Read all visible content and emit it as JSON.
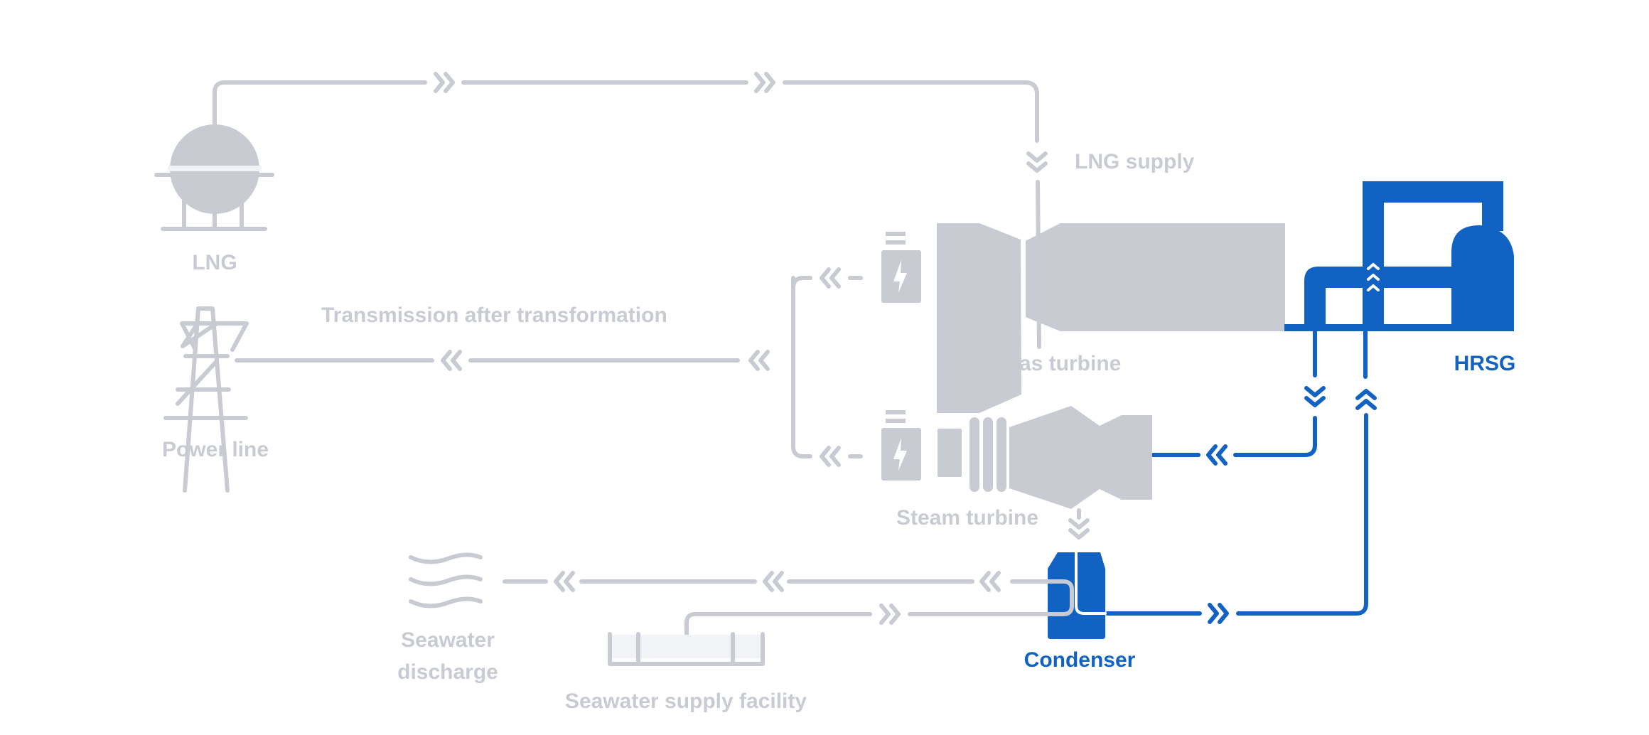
{
  "colors": {
    "inactive": "#c8cbd2",
    "active": "#1262c3",
    "light_fill": "#f2f3f7",
    "background": "#ffffff"
  },
  "nodes": {
    "lng": {
      "label": "LNG",
      "icon": "storage-tank-icon",
      "state": "inactive"
    },
    "power_line": {
      "label": "Power line",
      "icon": "transmission-tower-icon",
      "state": "inactive"
    },
    "gas_turbine": {
      "label": "Gas turbine",
      "icon": "gas-turbine-icon",
      "state": "inactive"
    },
    "steam_turbine": {
      "label": "Steam turbine",
      "icon": "steam-turbine-icon",
      "state": "inactive"
    },
    "hrsg": {
      "label": "HRSG",
      "icon": "heat-recovery-steam-generator-icon",
      "state": "active"
    },
    "condenser": {
      "label": "Condenser",
      "icon": "condenser-icon",
      "state": "active"
    },
    "seawater_discharge": {
      "label": "Seawater\ndischarge",
      "label_line1": "Seawater",
      "label_line2": "discharge",
      "icon": "waves-icon",
      "state": "inactive"
    },
    "seawater_supply": {
      "label": "Seawater supply facility",
      "icon": "water-basin-icon",
      "state": "inactive"
    }
  },
  "flow_labels": {
    "lng_supply": "LNG supply",
    "transmission": "Transmission after transformation"
  },
  "generators": [
    {
      "name": "gas-turbine-generator",
      "icon": "battery-bolt-icon"
    },
    {
      "name": "steam-turbine-generator",
      "icon": "battery-bolt-icon"
    }
  ],
  "flows": [
    {
      "from": "lng",
      "to": "gas_turbine",
      "direction": "right-then-down",
      "state": "inactive"
    },
    {
      "from": "gas_turbine",
      "to": "hrsg",
      "direction": "right",
      "state": "active"
    },
    {
      "from": "hrsg",
      "to": "steam_turbine",
      "direction": "down-then-left",
      "state": "active"
    },
    {
      "from": "steam_turbine",
      "to": "condenser",
      "direction": "down",
      "state": "inactive"
    },
    {
      "from": "condenser",
      "to": "hrsg",
      "direction": "right-then-up",
      "state": "active"
    },
    {
      "from": "seawater_supply",
      "to": "condenser",
      "direction": "right",
      "state": "inactive"
    },
    {
      "from": "condenser",
      "to": "seawater_discharge",
      "direction": "left",
      "state": "inactive"
    },
    {
      "from": "generators",
      "to": "power_line",
      "direction": "left",
      "state": "inactive"
    }
  ]
}
